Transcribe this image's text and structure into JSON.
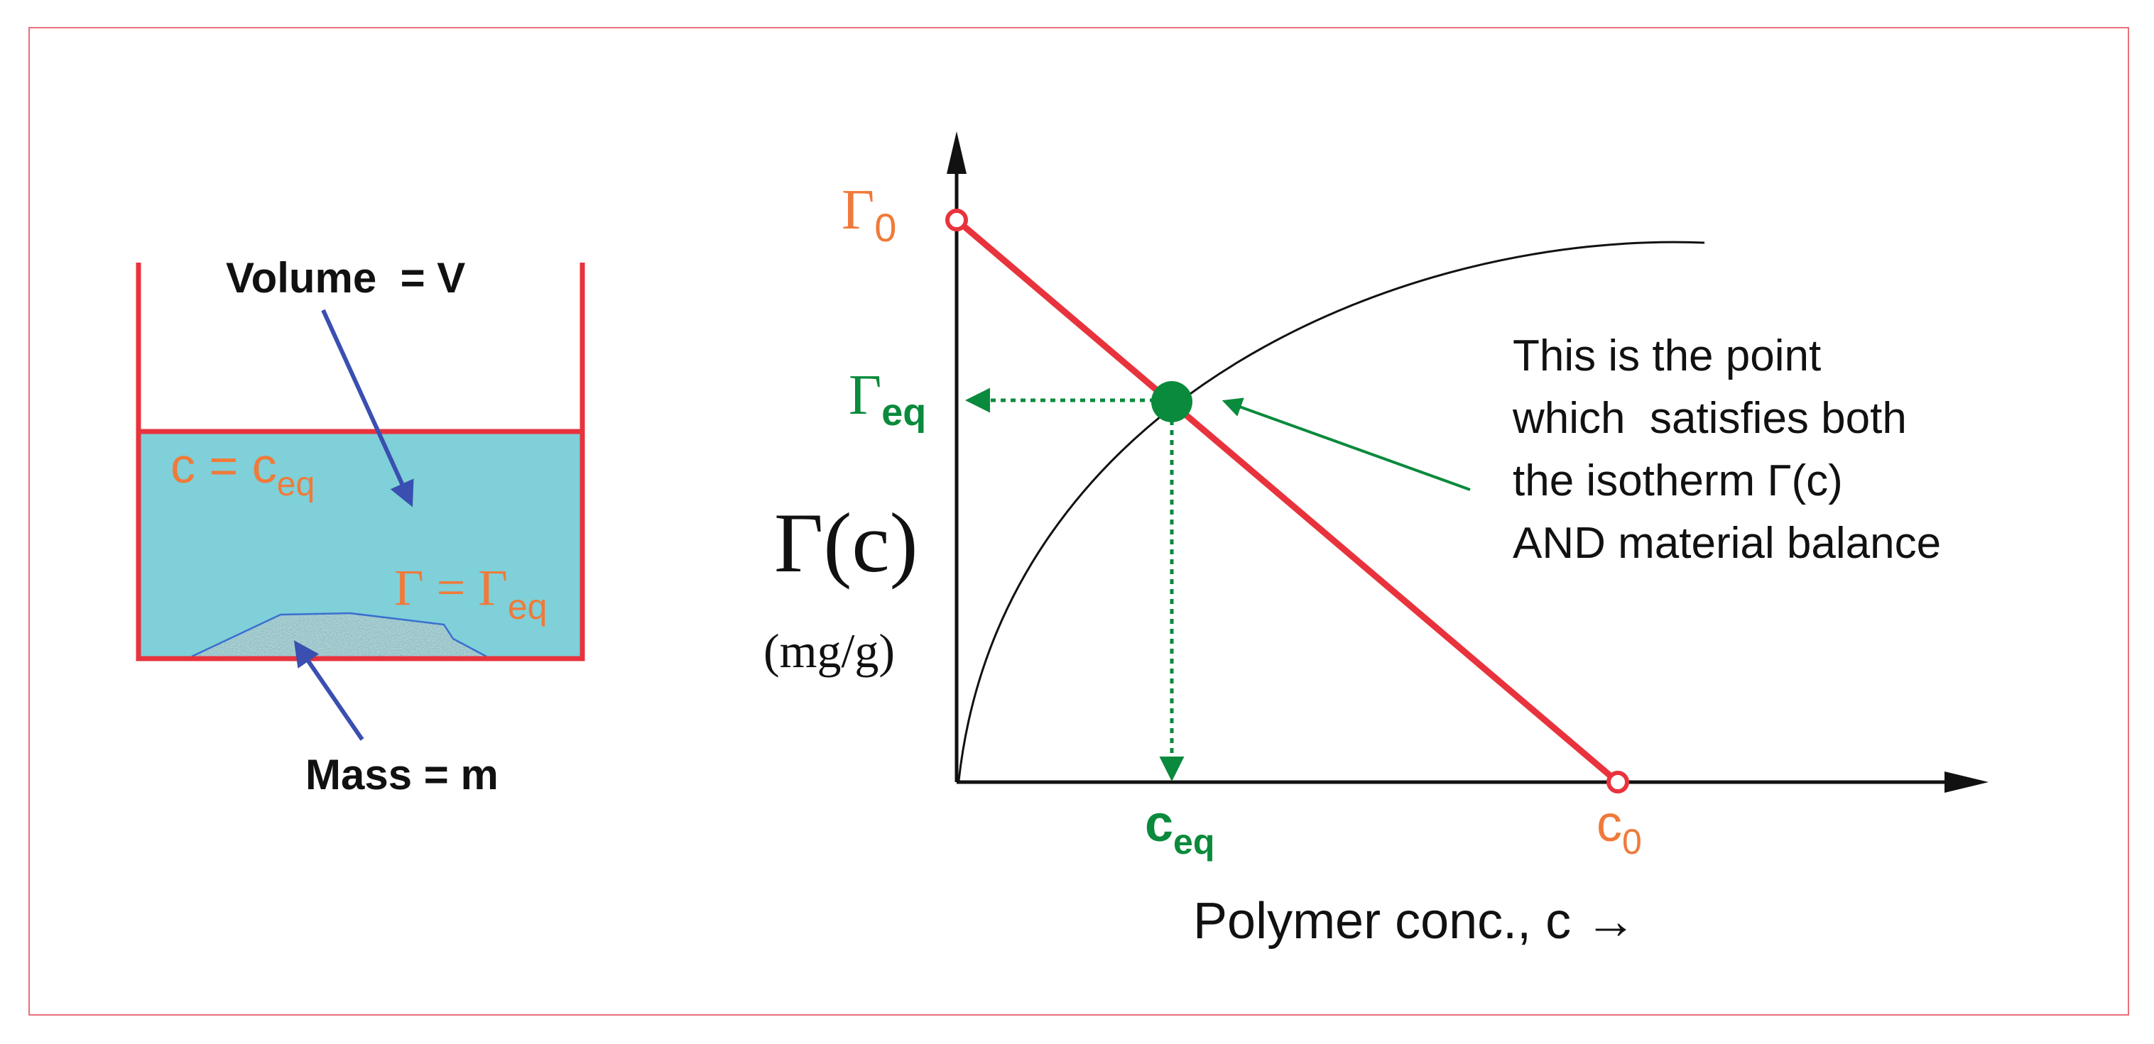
{
  "container": {
    "volume_label": "Volume  = V",
    "mass_label": "Mass = m",
    "c_lhs": "c = c",
    "c_sub": "eq",
    "gamma_lhs": "Γ = Γ",
    "gamma_sub": "eq"
  },
  "graph": {
    "y_axis_symbol": "Γ(c)",
    "y_axis_unit": "(mg/g)",
    "x_axis_label": "Polymer conc., c →",
    "gamma0_main": "Γ",
    "gamma0_sub": "0",
    "gamma_eq_main": "Γ",
    "gamma_eq_sub": "eq",
    "c_eq_main": "c",
    "c_eq_sub": "eq",
    "c0_main": "c",
    "c0_sub": "0",
    "annotation_lines": [
      "This is the point",
      "which  satisfies both",
      "the isotherm Γ(c)",
      "AND material balance"
    ]
  },
  "colors": {
    "frame": "#e8707a",
    "red": "#e8333d",
    "orange": "#f07a3a",
    "green": "#0a8a3c",
    "blue": "#3a4fb0",
    "water": "#7fd0d8",
    "black": "#111111"
  }
}
